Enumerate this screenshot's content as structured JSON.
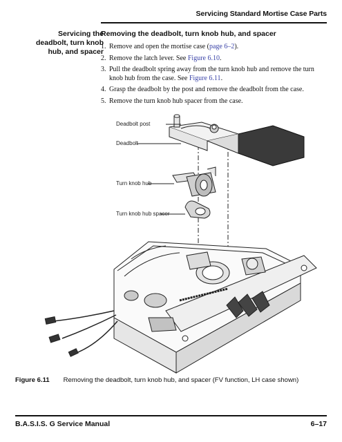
{
  "header": {
    "title": "Servicing Standard Mortise Case Parts"
  },
  "sidebar": {
    "heading_lines": [
      "Servicing the",
      "deadbolt, turn knob",
      "hub, and spacer"
    ]
  },
  "section": {
    "title": "Removing the deadbolt, turn knob hub, and spacer"
  },
  "steps": [
    {
      "num": "1.",
      "pre": "Remove and open the mortise case (",
      "link": "page 6–2",
      "post": ")."
    },
    {
      "num": "2.",
      "pre": "Remove the latch lever. See ",
      "link": "Figure 6.10",
      "post": "."
    },
    {
      "num": "3.",
      "pre": "Pull the deadbolt spring away from the turn knob hub and remove the turn knob hub from the case. See ",
      "link": "Figure 6.11",
      "post": "."
    },
    {
      "num": "4.",
      "pre": "Grasp the deadbolt by the post and remove the deadbolt from the case.",
      "link": "",
      "post": ""
    },
    {
      "num": "5.",
      "pre": "Remove the turn knob hub spacer from the case.",
      "link": "",
      "post": ""
    }
  ],
  "figure": {
    "callouts": {
      "deadbolt_post": "Deadbolt post",
      "deadbolt": "Deadbolt",
      "turn_knob_hub": "Turn knob hub",
      "turn_knob_hub_spacer": "Turn knob hub spacer"
    },
    "caption_label": "Figure 6.11",
    "caption_text": "Removing the deadbolt, turn knob hub, and spacer (FV function, LH case shown)"
  },
  "footer": {
    "manual": "B.A.S.I.S. G Service Manual",
    "page": "6–17"
  },
  "colors": {
    "link": "#3b44a8",
    "text": "#111111"
  }
}
